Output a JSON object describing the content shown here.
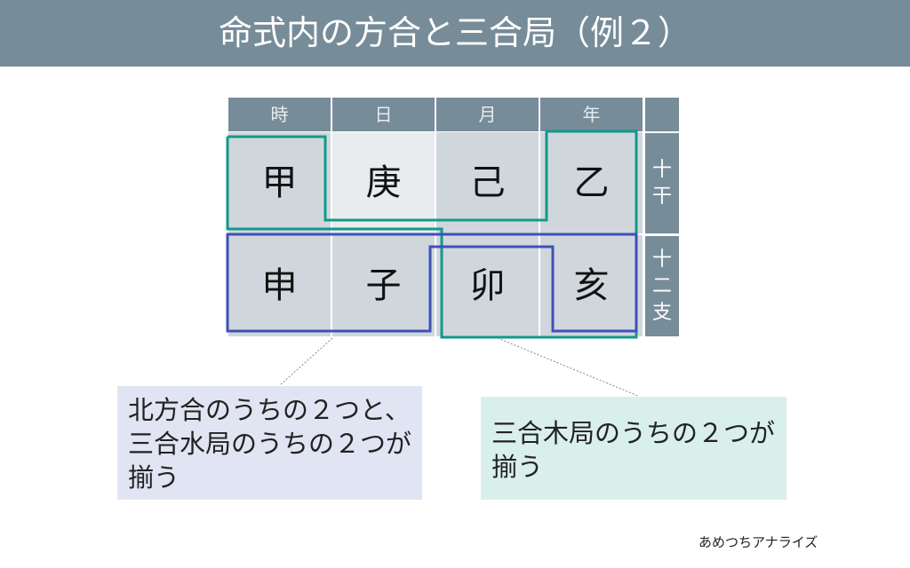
{
  "title": "命式内の方合と三合局（例２）",
  "headers": [
    "時",
    "日",
    "月",
    "年"
  ],
  "stems": [
    "甲",
    "庚",
    "己",
    "乙"
  ],
  "branches": [
    "申",
    "子",
    "卯",
    "亥"
  ],
  "side": {
    "stem_label": [
      "十",
      "干"
    ],
    "branch_label": [
      "十",
      "二",
      "支"
    ]
  },
  "notes": {
    "left": "北方合のうちの２つと、三合水局のうちの２つが揃う",
    "right": "三合木局のうちの２つが揃う"
  },
  "credit": "あめつちアナライズ",
  "colors": {
    "header": "#778c99",
    "green": "#12998a",
    "blue": "#4050b8"
  }
}
